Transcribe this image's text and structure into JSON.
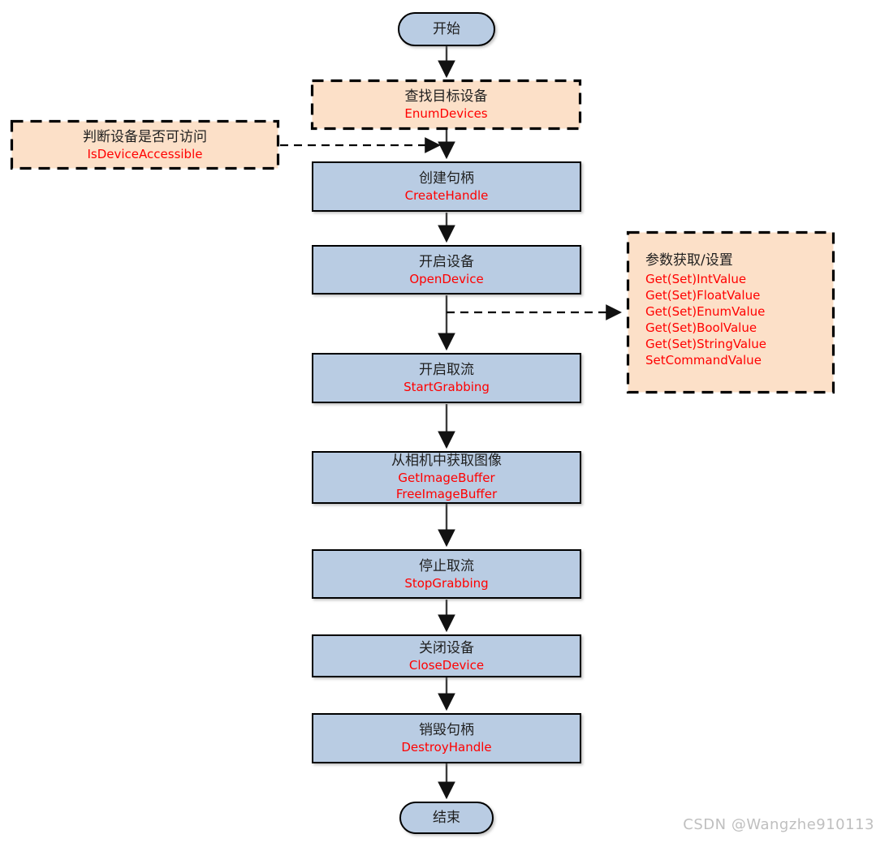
{
  "colors": {
    "process_fill": "#b9cce3",
    "note_fill": "#fce0c8",
    "api_red": "#ff0000",
    "border_black": "#000000",
    "arrow_gray": "#3c3c3c",
    "watermark_gray": "#bfbfbf"
  },
  "terminals": {
    "start": "开始",
    "end": "结束"
  },
  "steps": {
    "enum_devices": {
      "title": "查找目标设备",
      "api": "EnumDevices"
    },
    "create_handle": {
      "title": "创建句柄",
      "api": "CreateHandle"
    },
    "open_device": {
      "title": "开启设备",
      "api": "OpenDevice"
    },
    "start_grabbing": {
      "title": "开启取流",
      "api": "StartGrabbing"
    },
    "get_image": {
      "title": "从相机中获取图像",
      "apis": [
        "GetImageBuffer",
        "FreeImageBuffer"
      ]
    },
    "stop_grabbing": {
      "title": "停止取流",
      "api": "StopGrabbing"
    },
    "close_device": {
      "title": "关闭设备",
      "api": "CloseDevice"
    },
    "destroy_handle": {
      "title": "销毁句柄",
      "api": "DestroyHandle"
    }
  },
  "notes": {
    "device_accessible": {
      "title": "判断设备是否可访问",
      "api": "IsDeviceAccessible"
    },
    "parameters": {
      "title": "参数获取/设置",
      "apis": [
        "Get(Set)IntValue",
        "Get(Set)FloatValue",
        "Get(Set)EnumValue",
        "Get(Set)BoolValue",
        "Get(Set)StringValue",
        "SetCommandValue"
      ]
    }
  },
  "watermark": "CSDN @Wangzhe910113"
}
